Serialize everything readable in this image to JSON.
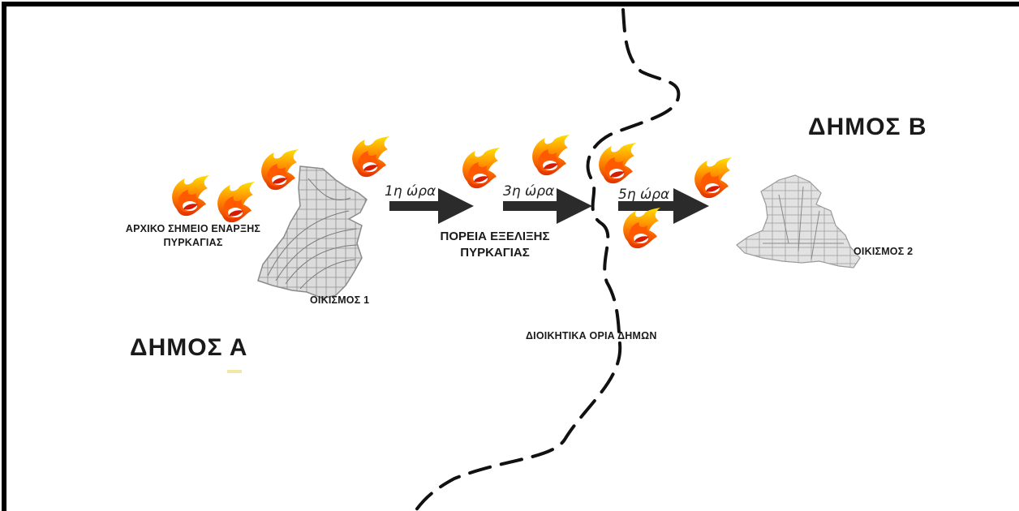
{
  "labels": {
    "ignition_point_line1": "ΑΡΧΙΚΟ ΣΗΜΕΙΟ ΕΝΑΡΞΗΣ",
    "ignition_point_line2": "ΠΥΡΚΑΓΙΑΣ",
    "settlement_1": "ΟΙΚΙΣΜΟΣ 1",
    "settlement_2": "ΟΙΚΙΣΜΟΣ 2",
    "municipality_a": "ΔΗΜΟΣ Α",
    "municipality_b": "ΔΗΜΟΣ Β",
    "progress_line1": "ΠΟΡΕΙΑ ΕΞΕΛΙΞΗΣ",
    "progress_line2": "ΠΥΡΚΑΓΙΑΣ",
    "boundary": "ΔΙΟΙΚΗΤΙΚΑ ΟΡΙΑ ΔΗΜΩΝ"
  },
  "hours": [
    "1η ώρα",
    "3η ώρα",
    "5η ώρα"
  ],
  "colors": {
    "flame_outer": "#ff7a00",
    "flame_inner": "#ffd200",
    "flame_core": "#e01a00",
    "arrow": "#2b2b2b",
    "boundary": "#111111",
    "settlement_fill": "#d9d9d9",
    "settlement_stroke": "#8c8c8c"
  },
  "icons": {
    "fire": "fire-icon",
    "arrow": "arrow-right-icon"
  }
}
